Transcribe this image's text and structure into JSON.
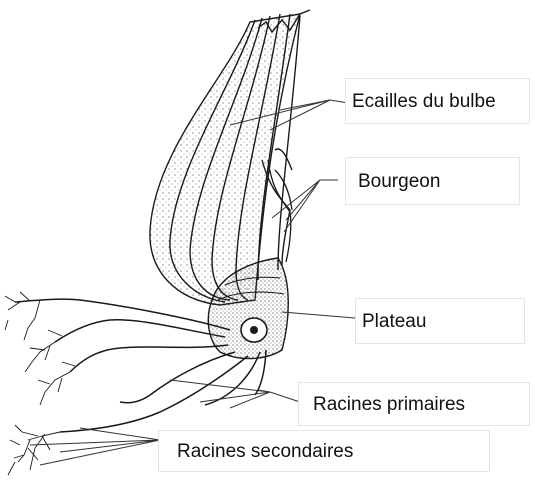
{
  "diagram": {
    "labels": {
      "scales": "Ecailles du bulbe",
      "bud": "Bourgeon",
      "basal_plate": "Plateau",
      "primary_roots": "Racines primaires",
      "secondary_roots": "Racines secondaires"
    },
    "colors": {
      "ink": "#1a1a1a",
      "leader": "#333333",
      "text": "#111111",
      "box_border": "#e4e4e4"
    }
  }
}
